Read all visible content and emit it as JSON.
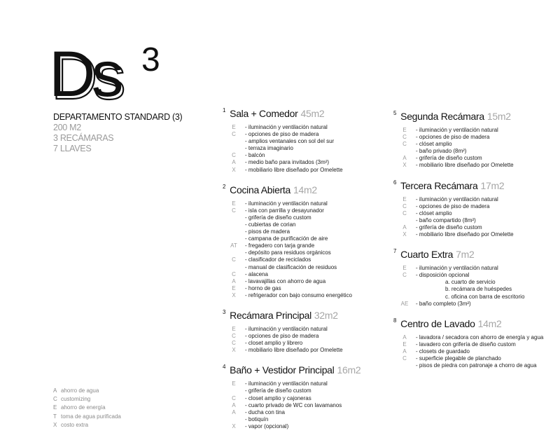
{
  "logo": {
    "main": "Ds",
    "sup": "3"
  },
  "info": {
    "title": "DEPARTAMENTO STANDARD (3)",
    "lines": [
      "200 M2",
      "3 RECÁMARAS",
      "7 LLAVES"
    ]
  },
  "legend": [
    {
      "code": "A",
      "label": "ahorro de agua"
    },
    {
      "code": "C",
      "label": "customizing"
    },
    {
      "code": "E",
      "label": "ahorro de energía"
    },
    {
      "code": "T",
      "label": "toma de agua purificada"
    },
    {
      "code": "X",
      "label": "costo extra"
    }
  ],
  "sections": [
    {
      "num": "1",
      "name": "Sala + Comedor",
      "size": "45m2",
      "items": [
        {
          "code": "E",
          "text": "- iluminación y ventilación natural"
        },
        {
          "code": "C",
          "text": "- opciones de piso de madera"
        },
        {
          "code": "",
          "text": "- amplios ventanales con sol del sur"
        },
        {
          "code": "",
          "text": "- terraza imaginario"
        },
        {
          "code": "C",
          "text": "- balcón"
        },
        {
          "code": "A",
          "text": "- medio baño para invitados (3m²)"
        },
        {
          "code": "X",
          "text": "- mobiliario libre diseñado por Omelette"
        }
      ]
    },
    {
      "num": "2",
      "name": "Cocina Abierta",
      "size": "14m2",
      "items": [
        {
          "code": "E",
          "text": "- iluminación y ventilación natural"
        },
        {
          "code": "C",
          "text": "- isla con parrilla y desayunador"
        },
        {
          "code": "",
          "text": "- grifería de diseño custom"
        },
        {
          "code": "",
          "text": "- cubiertas de corian"
        },
        {
          "code": "",
          "text": "- pisos de madera"
        },
        {
          "code": "",
          "text": "- campana de purificación de aire"
        },
        {
          "code": "AT",
          "text": "- fregadero con tarja grande"
        },
        {
          "code": "",
          "text": "- depósito para residuos orgánicos"
        },
        {
          "code": "C",
          "text": "- clasificador de reciclados"
        },
        {
          "code": "",
          "text": "- manual de clasificación de residuos"
        },
        {
          "code": "C",
          "text": "- alacena"
        },
        {
          "code": "A",
          "text": "- lavavajillas con ahorro de agua"
        },
        {
          "code": "E",
          "text": "- horno de gas"
        },
        {
          "code": "X",
          "text": "- refrigerador con bajo consumo energético"
        }
      ]
    },
    {
      "num": "3",
      "name": "Recámara Principal",
      "size": "32m2",
      "items": [
        {
          "code": "E",
          "text": "- iluminación y ventilación natural"
        },
        {
          "code": "C",
          "text": "- opciones de piso de madera"
        },
        {
          "code": "C",
          "text": "- closet amplio y librero"
        },
        {
          "code": "X",
          "text": "- mobiliario libre diseñado por Omelette"
        }
      ]
    },
    {
      "num": "4",
      "name": "Baño + Vestidor Principal",
      "size": "16m2",
      "items": [
        {
          "code": "E",
          "text": "- iluminación y ventilación natural"
        },
        {
          "code": "",
          "text": "- grifería de diseño custom"
        },
        {
          "code": "C",
          "text": "- closet amplio y cajoneras"
        },
        {
          "code": "A",
          "text": "- cuarto privado de WC con lavamanos"
        },
        {
          "code": "A",
          "text": "- ducha con tina"
        },
        {
          "code": "",
          "text": "- botiquín"
        },
        {
          "code": "X",
          "text": "- vapor (opcional)"
        }
      ]
    },
    {
      "num": "5",
      "name": "Segunda Recámara",
      "size": "15m2",
      "items": [
        {
          "code": "E",
          "text": "- iluminación y ventilación natural"
        },
        {
          "code": "C",
          "text": "- opciones de piso de madera"
        },
        {
          "code": "C",
          "text": "- clóset amplio"
        },
        {
          "code": "",
          "text": "- baño privado (8m²)"
        },
        {
          "code": "A",
          "text": "- grifería de diseño custom"
        },
        {
          "code": "X",
          "text": "- mobiliario libre diseñado por Omelette"
        }
      ]
    },
    {
      "num": "6",
      "name": "Tercera Recámara",
      "size": "17m2",
      "items": [
        {
          "code": "E",
          "text": "- iluminación y ventilación natural"
        },
        {
          "code": "C",
          "text": "- opciones de piso de madera"
        },
        {
          "code": "C",
          "text": "- clóset amplio"
        },
        {
          "code": "",
          "text": "- baño compartido (8m²)"
        },
        {
          "code": "A",
          "text": "- grifería de diseño custom"
        },
        {
          "code": "X",
          "text": "- mobiliario libre diseñado por Omelette"
        }
      ]
    },
    {
      "num": "7",
      "name": "Cuarto Extra",
      "size": "7m2",
      "items": [
        {
          "code": "E",
          "text": "- iluminación y ventilación natural"
        },
        {
          "code": "C",
          "text": "- disposición opcional"
        },
        {
          "code": "",
          "text": "a. cuarto de servicio",
          "indent": true
        },
        {
          "code": "",
          "text": "b. recámara de huéspedes",
          "indent": true
        },
        {
          "code": "",
          "text": "c. oficina con barra de escritorio",
          "indent": true
        },
        {
          "code": "AE",
          "text": "- baño completo (3m²)"
        }
      ]
    },
    {
      "num": "8",
      "name": "Centro de Lavado",
      "size": "14m2",
      "items": [
        {
          "code": "A",
          "text": "- lavadora / secadora con ahorro de energía y agua"
        },
        {
          "code": "E",
          "text": "- lavadero con grifería de diseño custom"
        },
        {
          "code": "A",
          "text": "- closets de guardado"
        },
        {
          "code": "C",
          "text": "- superficie plegable de planchado"
        },
        {
          "code": "",
          "text": "- pisos de piedra con patronaje a chorro de agua"
        }
      ]
    }
  ]
}
